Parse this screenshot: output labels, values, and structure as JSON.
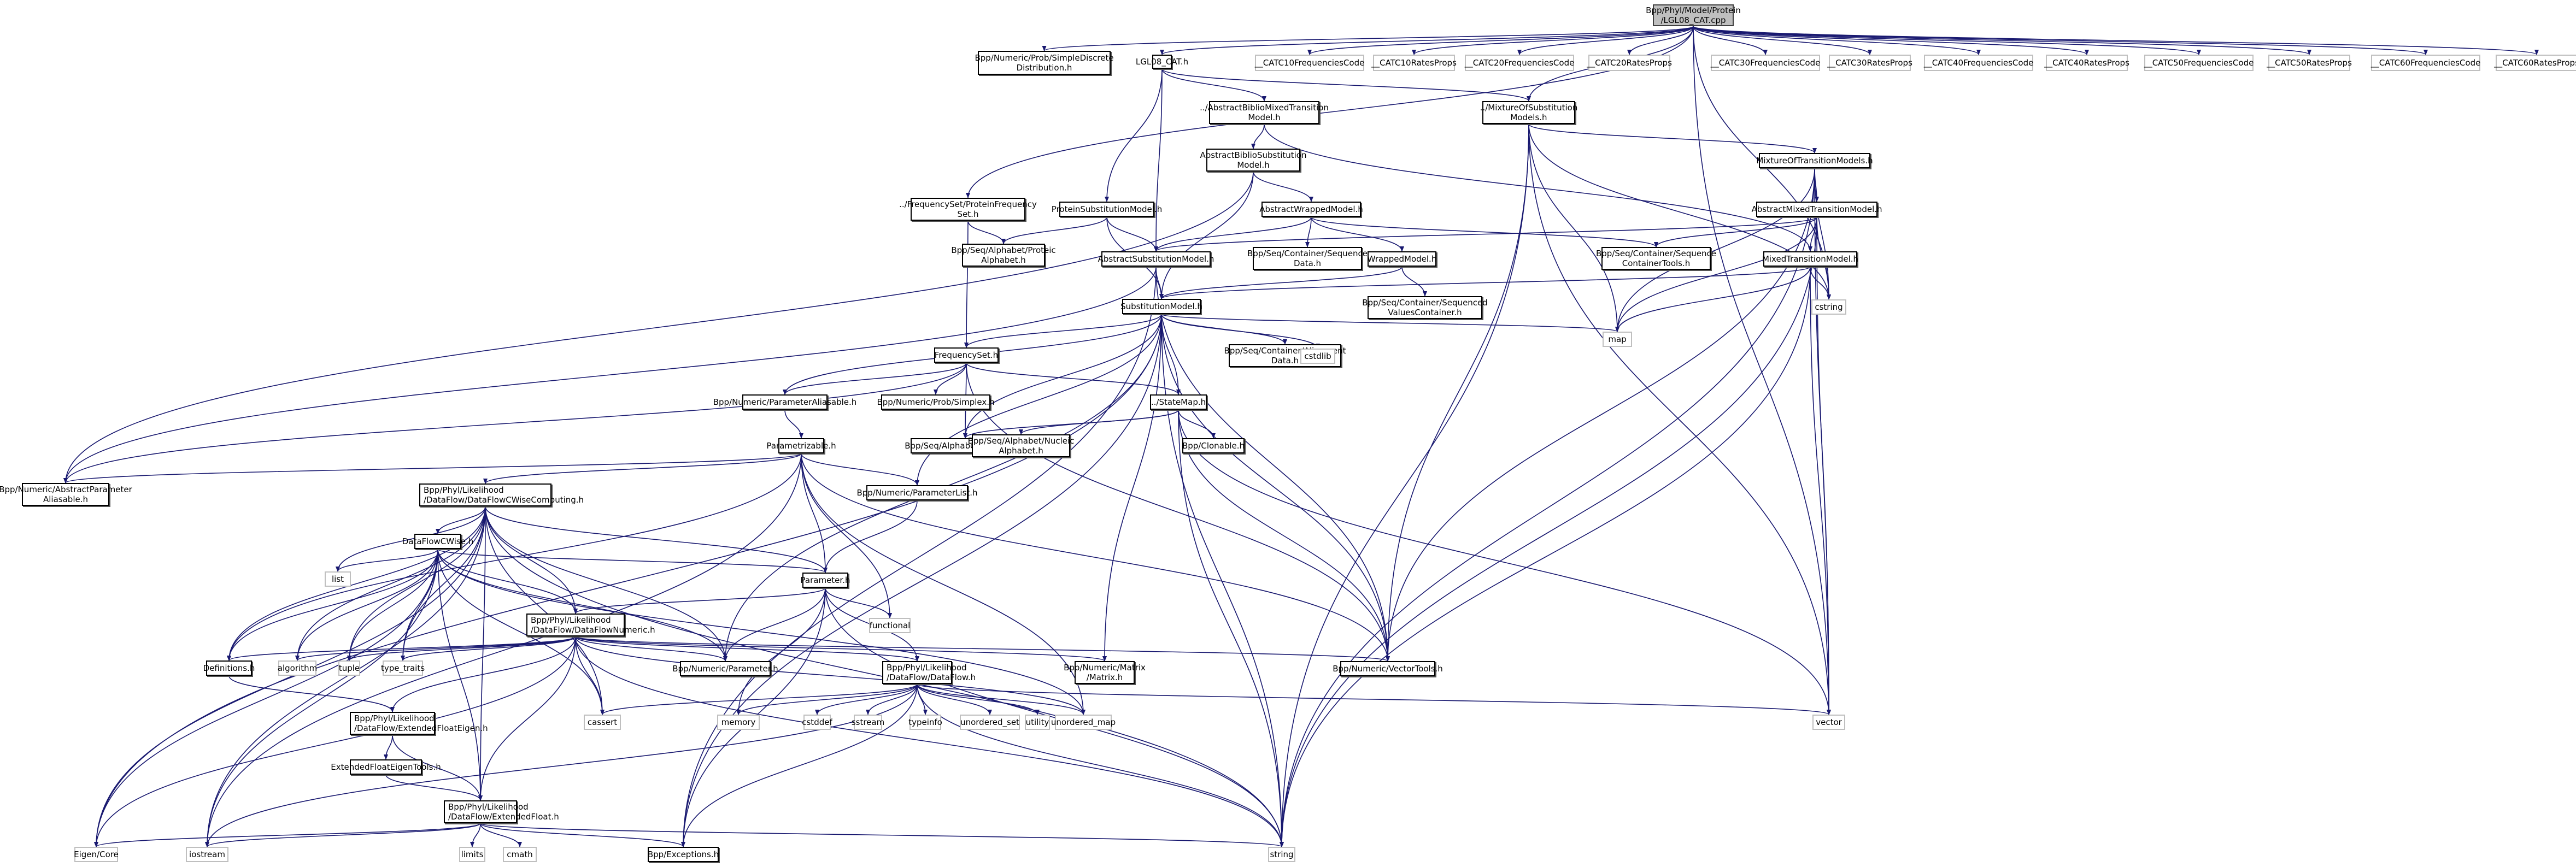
{
  "graph": {
    "title": "Bpp/Phyl/Model/Protein/LGL08_CAT.cpp include dependency graph",
    "edge_color": "#191970",
    "nodes": [
      {
        "id": "root",
        "label": "Bpp/Phyl/Model/Protein\n/LGL08_CAT.cpp",
        "kind": "root"
      },
      {
        "id": "simpledisc",
        "label": "Bpp/Numeric/Prob/SimpleDiscrete\nDistribution.h",
        "kind": "doc"
      },
      {
        "id": "lgl08h",
        "label": "LGL08_CAT.h",
        "kind": "doc"
      },
      {
        "id": "c10f",
        "label": "__CATC10FrequenciesCode",
        "kind": "sys"
      },
      {
        "id": "c10r",
        "label": "__CATC10RatesProps",
        "kind": "sys"
      },
      {
        "id": "c20f",
        "label": "__CATC20FrequenciesCode",
        "kind": "sys"
      },
      {
        "id": "c20r",
        "label": "__CATC20RatesProps",
        "kind": "sys"
      },
      {
        "id": "c30f",
        "label": "__CATC30FrequenciesCode",
        "kind": "sys"
      },
      {
        "id": "c30r",
        "label": "__CATC30RatesProps",
        "kind": "sys"
      },
      {
        "id": "c40f",
        "label": "__CATC40FrequenciesCode",
        "kind": "sys"
      },
      {
        "id": "c40r",
        "label": "__CATC40RatesProps",
        "kind": "sys"
      },
      {
        "id": "c50f",
        "label": "__CATC50FrequenciesCode",
        "kind": "sys"
      },
      {
        "id": "c50r",
        "label": "__CATC50RatesProps",
        "kind": "sys"
      },
      {
        "id": "c60f",
        "label": "__CATC60FrequenciesCode",
        "kind": "sys"
      },
      {
        "id": "c60r",
        "label": "__CATC60RatesProps",
        "kind": "sys"
      },
      {
        "id": "abmtm",
        "label": "../AbstractBiblioMixedTransition\nModel.h",
        "kind": "doc"
      },
      {
        "id": "mosm",
        "label": "../MixtureOfSubstitution\nModels.h",
        "kind": "doc"
      },
      {
        "id": "absbib",
        "label": "AbstractBiblioSubstitution\nModel.h",
        "kind": "doc"
      },
      {
        "id": "motm",
        "label": "MixtureOfTransitionModels.h",
        "kind": "doc"
      },
      {
        "id": "protfreq",
        "label": "../FrequencySet/ProteinFrequency\nSet.h",
        "kind": "doc"
      },
      {
        "id": "protsub",
        "label": "ProteinSubstitutionModel.h",
        "kind": "doc"
      },
      {
        "id": "abswrap",
        "label": "AbstractWrappedModel.h",
        "kind": "doc"
      },
      {
        "id": "absmixed",
        "label": "AbstractMixedTransitionModel.h",
        "kind": "doc"
      },
      {
        "id": "protalpha",
        "label": "Bpp/Seq/Alphabet/Proteic\nAlphabet.h",
        "kind": "doc"
      },
      {
        "id": "abssub",
        "label": "AbstractSubstitutionModel.h",
        "kind": "doc"
      },
      {
        "id": "seqdata",
        "label": "Bpp/Seq/Container/Sequence\nData.h",
        "kind": "doc"
      },
      {
        "id": "wrapped",
        "label": "WrappedModel.h",
        "kind": "doc"
      },
      {
        "id": "seqcont",
        "label": "Bpp/Seq/Container/Sequence\nContainerTools.h",
        "kind": "doc"
      },
      {
        "id": "mixedtm",
        "label": "MixedTransitionModel.h",
        "kind": "doc"
      },
      {
        "id": "cstring",
        "label": "cstring",
        "kind": "sys"
      },
      {
        "id": "seqvals",
        "label": "Bpp/Seq/Container/Sequenced\nValuesContainer.h",
        "kind": "doc"
      },
      {
        "id": "submodel",
        "label": "SubstitutionModel.h",
        "kind": "doc"
      },
      {
        "id": "aligndata",
        "label": "Bpp/Seq/Container/Alignment\nData.h",
        "kind": "doc"
      },
      {
        "id": "cstdlib",
        "label": "cstdlib",
        "kind": "sys"
      },
      {
        "id": "map",
        "label": "map",
        "kind": "sys"
      },
      {
        "id": "freqset",
        "label": "FrequencySet.h",
        "kind": "doc"
      },
      {
        "id": "paramalias",
        "label": "Bpp/Numeric/ParameterAliasable.h",
        "kind": "doc"
      },
      {
        "id": "simplex",
        "label": "Bpp/Numeric/Prob/Simplex.h",
        "kind": "doc"
      },
      {
        "id": "statemap",
        "label": "../StateMap.h",
        "kind": "doc"
      },
      {
        "id": "alphabet",
        "label": "Bpp/Seq/Alphabet/Alphabet.h",
        "kind": "doc"
      },
      {
        "id": "nucalpha",
        "label": "Bpp/Seq/Alphabet/Nucleic\nAlphabet.h",
        "kind": "doc"
      },
      {
        "id": "clonable",
        "label": "Bpp/Clonable.h",
        "kind": "doc"
      },
      {
        "id": "absparamalias",
        "label": "Bpp/Numeric/AbstractParameter\nAliasable.h",
        "kind": "doc"
      },
      {
        "id": "parametrizable",
        "label": "Parametrizable.h",
        "kind": "doc"
      },
      {
        "id": "paramlist",
        "label": "Bpp/Numeric/ParameterList.h",
        "kind": "doc"
      },
      {
        "id": "dfcwc",
        "label": "Bpp/Phyl/Likelihood\n/DataFlow/DataFlowCWiseComputing.h",
        "kind": "doc-left"
      },
      {
        "id": "dfcwise",
        "label": "DataFlowCWise.h",
        "kind": "doc"
      },
      {
        "id": "list",
        "label": "list",
        "kind": "sys"
      },
      {
        "id": "parameter",
        "label": "Parameter.h",
        "kind": "doc"
      },
      {
        "id": "functional",
        "label": "functional",
        "kind": "sys"
      },
      {
        "id": "dfnum",
        "label": "Bpp/Phyl/Likelihood\n/DataFlow/DataFlowNumeric.h",
        "kind": "doc-left"
      },
      {
        "id": "definitions",
        "label": "Definitions.h",
        "kind": "doc"
      },
      {
        "id": "algorithm",
        "label": "algorithm",
        "kind": "sys"
      },
      {
        "id": "tuple",
        "label": "tuple",
        "kind": "sys"
      },
      {
        "id": "typetraits",
        "label": "type_traits",
        "kind": "sys"
      },
      {
        "id": "numparam",
        "label": "Bpp/Numeric/Parameter.h",
        "kind": "doc"
      },
      {
        "id": "dataflow",
        "label": "Bpp/Phyl/Likelihood\n/DataFlow/DataFlow.h",
        "kind": "doc-left"
      },
      {
        "id": "matrix",
        "label": "Bpp/Numeric/Matrix\n/Matrix.h",
        "kind": "doc"
      },
      {
        "id": "vectortools",
        "label": "Bpp/Numeric/VectorTools.h",
        "kind": "doc"
      },
      {
        "id": "efeigen",
        "label": "Bpp/Phyl/Likelihood\n/DataFlow/ExtendedFloatEigen.h",
        "kind": "doc-left"
      },
      {
        "id": "cassert",
        "label": "cassert",
        "kind": "sys"
      },
      {
        "id": "memory",
        "label": "memory",
        "kind": "sys"
      },
      {
        "id": "cstddef",
        "label": "cstddef",
        "kind": "sys"
      },
      {
        "id": "sstream",
        "label": "sstream",
        "kind": "sys"
      },
      {
        "id": "typeinfo",
        "label": "typeinfo",
        "kind": "sys"
      },
      {
        "id": "unordset",
        "label": "unordered_set",
        "kind": "sys"
      },
      {
        "id": "utility",
        "label": "utility",
        "kind": "sys"
      },
      {
        "id": "unordmap",
        "label": "unordered_map",
        "kind": "sys"
      },
      {
        "id": "vector",
        "label": "vector",
        "kind": "sys"
      },
      {
        "id": "efeigentools",
        "label": "ExtendedFloatEigenTools.h",
        "kind": "doc"
      },
      {
        "id": "extfloat",
        "label": "Bpp/Phyl/Likelihood\n/DataFlow/ExtendedFloat.h",
        "kind": "doc-left"
      },
      {
        "id": "eigencore",
        "label": "Eigen/Core",
        "kind": "sys"
      },
      {
        "id": "iostream",
        "label": "iostream",
        "kind": "sys"
      },
      {
        "id": "limits",
        "label": "limits",
        "kind": "sys"
      },
      {
        "id": "cmath",
        "label": "cmath",
        "kind": "sys"
      },
      {
        "id": "exceptions",
        "label": "Bpp/Exceptions.h",
        "kind": "doc"
      },
      {
        "id": "string",
        "label": "string",
        "kind": "sys"
      }
    ],
    "edges": [
      [
        "root",
        "simpledisc"
      ],
      [
        "root",
        "lgl08h"
      ],
      [
        "root",
        "c10f"
      ],
      [
        "root",
        "c10r"
      ],
      [
        "root",
        "c20f"
      ],
      [
        "root",
        "c20r"
      ],
      [
        "root",
        "c30f"
      ],
      [
        "root",
        "c30r"
      ],
      [
        "root",
        "c40f"
      ],
      [
        "root",
        "c40r"
      ],
      [
        "root",
        "c50f"
      ],
      [
        "root",
        "c50r"
      ],
      [
        "root",
        "c60f"
      ],
      [
        "root",
        "c60r"
      ],
      [
        "root",
        "mosm"
      ],
      [
        "root",
        "protfreq"
      ],
      [
        "root",
        "cstring"
      ],
      [
        "root",
        "vector"
      ],
      [
        "lgl08h",
        "abmtm"
      ],
      [
        "lgl08h",
        "protsub"
      ],
      [
        "lgl08h",
        "abssub"
      ],
      [
        "lgl08h",
        "mosm"
      ],
      [
        "abmtm",
        "absbib"
      ],
      [
        "abmtm",
        "mixedtm"
      ],
      [
        "absbib",
        "abswrap"
      ],
      [
        "absbib",
        "submodel"
      ],
      [
        "absbib",
        "absparamalias"
      ],
      [
        "mosm",
        "motm"
      ],
      [
        "mosm",
        "map"
      ],
      [
        "mosm",
        "cstring"
      ],
      [
        "mosm",
        "string"
      ],
      [
        "mosm",
        "vector"
      ],
      [
        "mosm",
        "vectortools"
      ],
      [
        "motm",
        "absmixed"
      ],
      [
        "motm",
        "map"
      ],
      [
        "motm",
        "cstring"
      ],
      [
        "motm",
        "string"
      ],
      [
        "motm",
        "vector"
      ],
      [
        "motm",
        "vectortools"
      ],
      [
        "absmixed",
        "mixedtm"
      ],
      [
        "absmixed",
        "seqcont"
      ],
      [
        "absmixed",
        "abssub"
      ],
      [
        "absmixed",
        "map"
      ],
      [
        "absmixed",
        "cstring"
      ],
      [
        "absmixed",
        "string"
      ],
      [
        "absmixed",
        "vector"
      ],
      [
        "mixedtm",
        "submodel"
      ],
      [
        "mixedtm",
        "map"
      ],
      [
        "mixedtm",
        "cstring"
      ],
      [
        "mixedtm",
        "string"
      ],
      [
        "mixedtm",
        "vector"
      ],
      [
        "protfreq",
        "freqset"
      ],
      [
        "protfreq",
        "protalpha"
      ],
      [
        "protsub",
        "protalpha"
      ],
      [
        "protsub",
        "abssub"
      ],
      [
        "protsub",
        "submodel"
      ],
      [
        "abswrap",
        "abssub"
      ],
      [
        "abswrap",
        "seqdata"
      ],
      [
        "abswrap",
        "wrapped"
      ],
      [
        "abswrap",
        "seqcont"
      ],
      [
        "wrapped",
        "submodel"
      ],
      [
        "wrapped",
        "seqvals"
      ],
      [
        "abssub",
        "submodel"
      ],
      [
        "abssub",
        "absparamalias"
      ],
      [
        "abssub",
        "vectortools"
      ],
      [
        "abssub",
        "exceptions"
      ],
      [
        "submodel",
        "aligndata"
      ],
      [
        "submodel",
        "cstdlib"
      ],
      [
        "submodel",
        "map"
      ],
      [
        "submodel",
        "freqset"
      ],
      [
        "submodel",
        "paramalias"
      ],
      [
        "submodel",
        "statemap"
      ],
      [
        "submodel",
        "alphabet"
      ],
      [
        "submodel",
        "paramlist"
      ],
      [
        "submodel",
        "matrix"
      ],
      [
        "submodel",
        "vectortools"
      ],
      [
        "submodel",
        "eigencore"
      ],
      [
        "submodel",
        "string"
      ],
      [
        "submodel",
        "exceptions"
      ],
      [
        "submodel",
        "numparam"
      ],
      [
        "freqset",
        "simplex"
      ],
      [
        "freqset",
        "statemap"
      ],
      [
        "freqset",
        "alphabet"
      ],
      [
        "freqset",
        "paramalias"
      ],
      [
        "freqset",
        "absparamalias"
      ],
      [
        "freqset",
        "vectortools"
      ],
      [
        "statemap",
        "alphabet"
      ],
      [
        "statemap",
        "nucalpha"
      ],
      [
        "statemap",
        "clonable"
      ],
      [
        "statemap",
        "vectortools"
      ],
      [
        "statemap",
        "string"
      ],
      [
        "statemap",
        "vector"
      ],
      [
        "paramalias",
        "parametrizable"
      ],
      [
        "parametrizable",
        "absparamalias"
      ],
      [
        "parametrizable",
        "dfcwc"
      ],
      [
        "parametrizable",
        "paramlist"
      ],
      [
        "parametrizable",
        "parameter"
      ],
      [
        "parametrizable",
        "functional"
      ],
      [
        "parametrizable",
        "iostream"
      ],
      [
        "parametrizable",
        "unordmap"
      ],
      [
        "parametrizable",
        "vectortools"
      ],
      [
        "parametrizable",
        "definitions"
      ],
      [
        "paramlist",
        "parameter"
      ],
      [
        "dfcwc",
        "dfcwise"
      ],
      [
        "dfcwc",
        "list"
      ],
      [
        "dfcwc",
        "parameter"
      ],
      [
        "dfcwc",
        "dfnum"
      ],
      [
        "dfcwc",
        "definitions"
      ],
      [
        "dfcwc",
        "algorithm"
      ],
      [
        "dfcwc",
        "tuple"
      ],
      [
        "dfcwc",
        "typetraits"
      ],
      [
        "dfcwc",
        "numparam"
      ],
      [
        "dfcwc",
        "cassert"
      ],
      [
        "dfcwc",
        "string"
      ],
      [
        "dfcwc",
        "extfloat"
      ],
      [
        "dfcwc",
        "eigencore"
      ],
      [
        "dfcwc",
        "iostream"
      ],
      [
        "dfcwise",
        "parameter"
      ],
      [
        "dfcwise",
        "dfnum"
      ],
      [
        "dfcwise",
        "list"
      ],
      [
        "dfcwise",
        "definitions"
      ],
      [
        "dfcwise",
        "algorithm"
      ],
      [
        "dfcwise",
        "tuple"
      ],
      [
        "dfcwise",
        "typetraits"
      ],
      [
        "dfcwise",
        "numparam"
      ],
      [
        "dfcwise",
        "cassert"
      ],
      [
        "dfcwise",
        "extfloat"
      ],
      [
        "dfcwise",
        "eigencore"
      ],
      [
        "dfcwise",
        "iostream"
      ],
      [
        "dfcwise",
        "unordmap"
      ],
      [
        "parameter",
        "dfnum"
      ],
      [
        "parameter",
        "functional"
      ],
      [
        "parameter",
        "numparam"
      ],
      [
        "parameter",
        "dataflow"
      ],
      [
        "parameter",
        "memory"
      ],
      [
        "parameter",
        "string"
      ],
      [
        "parameter",
        "exceptions"
      ],
      [
        "dfnum",
        "definitions"
      ],
      [
        "dfnum",
        "algorithm"
      ],
      [
        "dfnum",
        "tuple"
      ],
      [
        "dfnum",
        "typetraits"
      ],
      [
        "dfnum",
        "numparam"
      ],
      [
        "dfnum",
        "dataflow"
      ],
      [
        "dfnum",
        "matrix"
      ],
      [
        "dfnum",
        "vectortools"
      ],
      [
        "dfnum",
        "efeigen"
      ],
      [
        "dfnum",
        "cassert"
      ],
      [
        "dfnum",
        "extfloat"
      ],
      [
        "dfnum",
        "eigencore"
      ],
      [
        "dfnum",
        "string"
      ],
      [
        "dfnum",
        "unordmap"
      ],
      [
        "definitions",
        "efeigen"
      ],
      [
        "dataflow",
        "memory"
      ],
      [
        "dataflow",
        "cstddef"
      ],
      [
        "dataflow",
        "sstream"
      ],
      [
        "dataflow",
        "typeinfo"
      ],
      [
        "dataflow",
        "unordset"
      ],
      [
        "dataflow",
        "utility"
      ],
      [
        "dataflow",
        "unordmap"
      ],
      [
        "dataflow",
        "vector"
      ],
      [
        "dataflow",
        "string"
      ],
      [
        "dataflow",
        "cassert"
      ],
      [
        "dataflow",
        "exceptions"
      ],
      [
        "dataflow",
        "iostream"
      ],
      [
        "efeigen",
        "efeigentools"
      ],
      [
        "efeigen",
        "extfloat"
      ],
      [
        "efeigentools",
        "extfloat"
      ],
      [
        "extfloat",
        "eigencore"
      ],
      [
        "extfloat",
        "iostream"
      ],
      [
        "extfloat",
        "limits"
      ],
      [
        "extfloat",
        "cmath"
      ],
      [
        "extfloat",
        "exceptions"
      ],
      [
        "extfloat",
        "string"
      ]
    ]
  }
}
